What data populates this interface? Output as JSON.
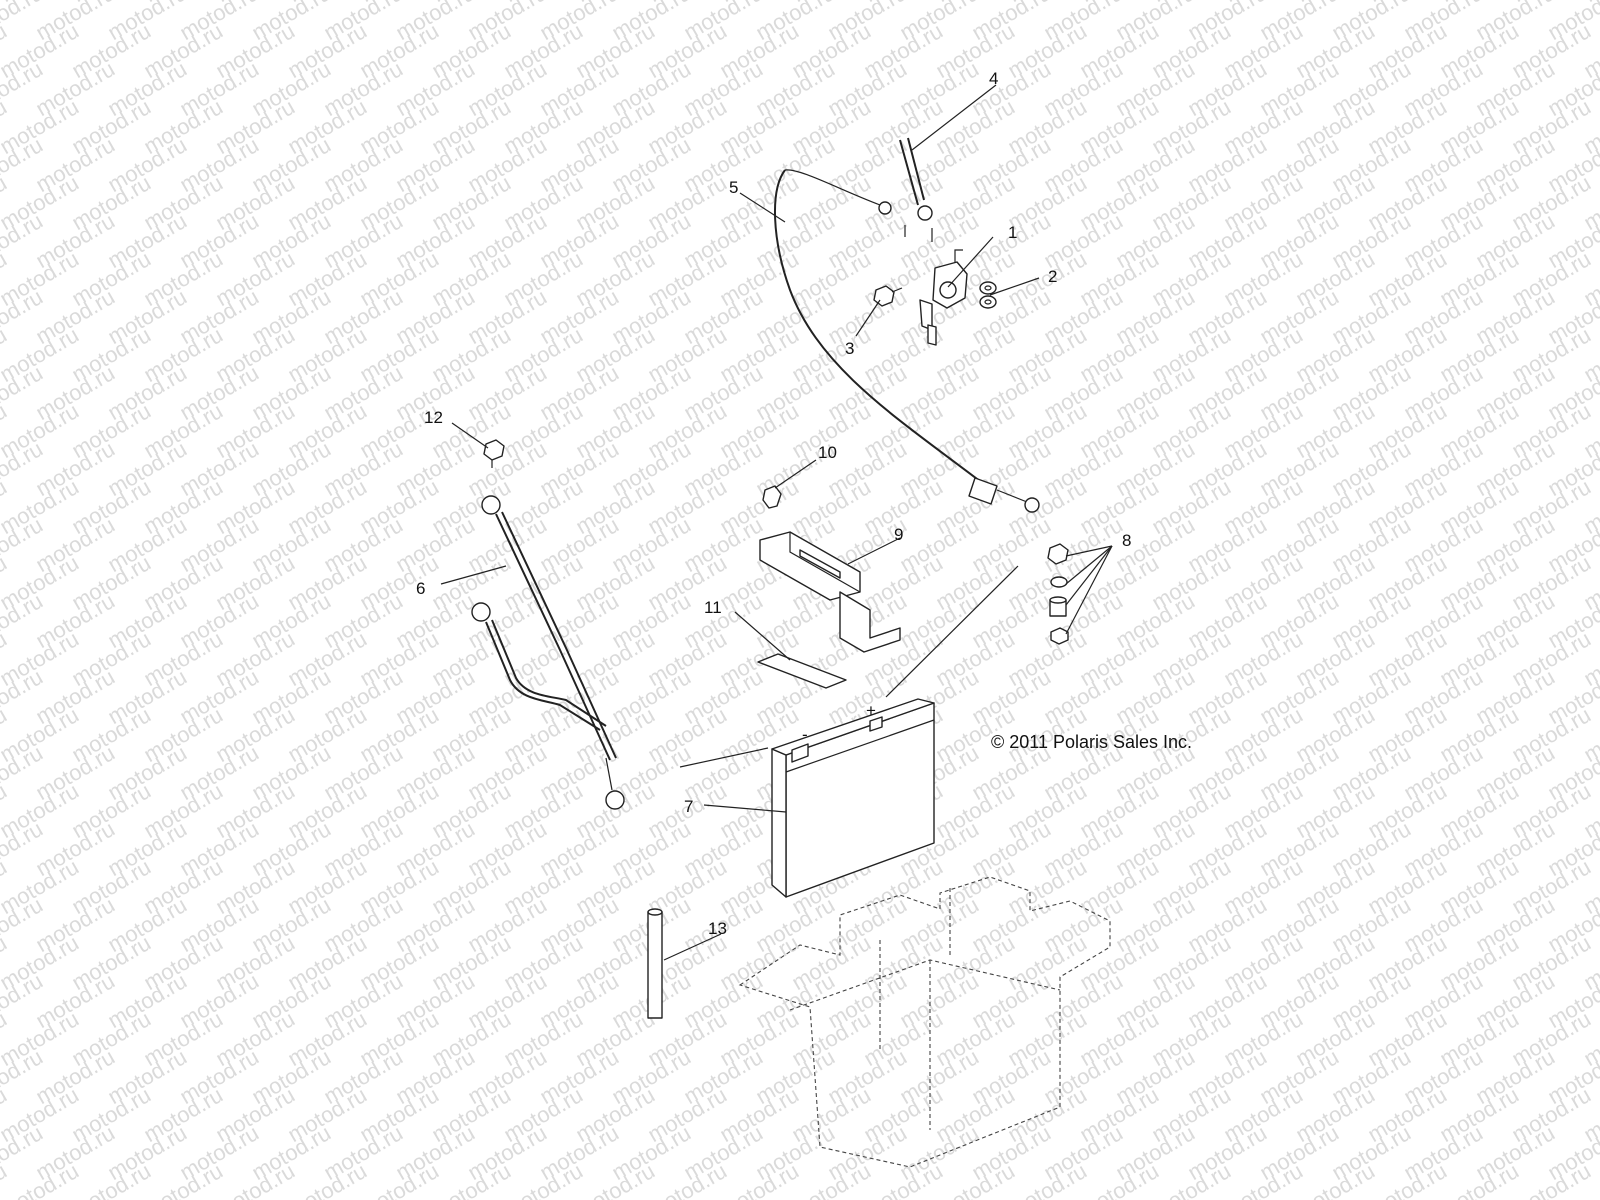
{
  "watermark": "motod.ru",
  "copyright": "© 2011 Polaris Sales Inc.",
  "callouts": [
    {
      "id": "1",
      "label": "1"
    },
    {
      "id": "2",
      "label": "2"
    },
    {
      "id": "3",
      "label": "3"
    },
    {
      "id": "4",
      "label": "4"
    },
    {
      "id": "5",
      "label": "5"
    },
    {
      "id": "6",
      "label": "6"
    },
    {
      "id": "7",
      "label": "7"
    },
    {
      "id": "8",
      "label": "8"
    },
    {
      "id": "9",
      "label": "9"
    },
    {
      "id": "10",
      "label": "10"
    },
    {
      "id": "11",
      "label": "11"
    },
    {
      "id": "12",
      "label": "12"
    },
    {
      "id": "13",
      "label": "13"
    }
  ],
  "battery_markings": {
    "plus": "+",
    "minus": "-"
  }
}
